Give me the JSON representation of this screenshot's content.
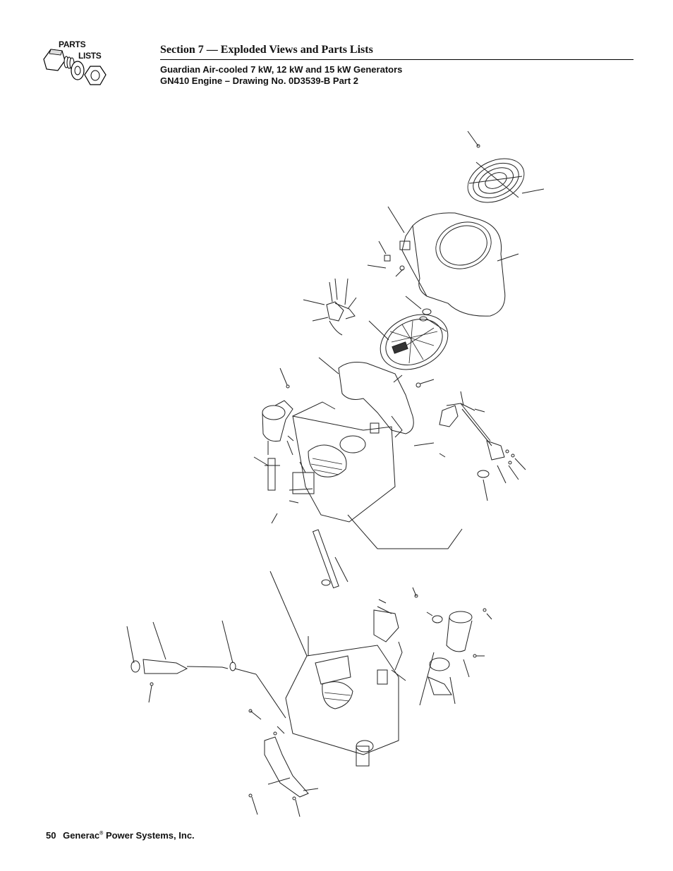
{
  "logo": {
    "parts": "PARTS",
    "lists": "LISTS"
  },
  "header": {
    "section_title": "Section 7 — Exploded Views and Parts Lists",
    "subtitle_line1": "Guardian Air-cooled 7 kW, 12 kW and 15 kW Generators",
    "subtitle_line2": "GN410 Engine – Drawing No. 0D3539-B Part 2"
  },
  "footer": {
    "page_number": "50",
    "company": "Generac",
    "registered_mark": "®",
    "company_suffix": "Power Systems, Inc."
  }
}
